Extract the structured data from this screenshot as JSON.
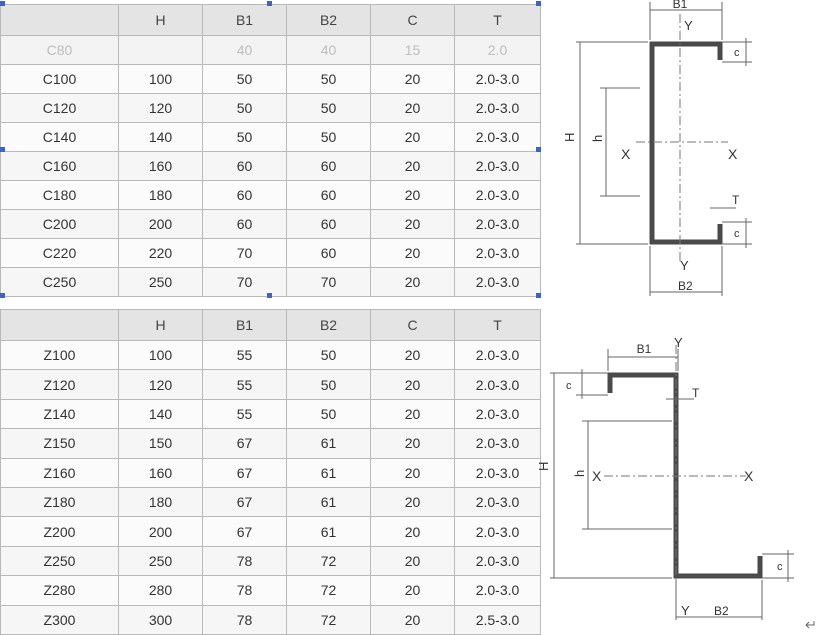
{
  "c_table": {
    "headers": [
      "",
      "H",
      "B1",
      "B2",
      "C",
      "T"
    ],
    "partial_row": [
      "C80",
      "",
      "40",
      "40",
      "15",
      "2.0"
    ],
    "rows": [
      [
        "C100",
        "100",
        "50",
        "50",
        "20",
        "2.0-3.0"
      ],
      [
        "C120",
        "120",
        "50",
        "50",
        "20",
        "2.0-3.0"
      ],
      [
        "C140",
        "140",
        "50",
        "50",
        "20",
        "2.0-3.0"
      ],
      [
        "C160",
        "160",
        "60",
        "60",
        "20",
        "2.0-3.0"
      ],
      [
        "C180",
        "180",
        "60",
        "60",
        "20",
        "2.0-3.0"
      ],
      [
        "C200",
        "200",
        "60",
        "60",
        "20",
        "2.0-3.0"
      ],
      [
        "C220",
        "220",
        "70",
        "60",
        "20",
        "2.0-3.0"
      ],
      [
        "C250",
        "250",
        "70",
        "70",
        "20",
        "2.0-3.0"
      ]
    ]
  },
  "z_table": {
    "headers": [
      "",
      "H",
      "B1",
      "B2",
      "C",
      "T"
    ],
    "rows": [
      [
        "Z100",
        "100",
        "55",
        "50",
        "20",
        "2.0-3.0"
      ],
      [
        "Z120",
        "120",
        "55",
        "50",
        "20",
        "2.0-3.0"
      ],
      [
        "Z140",
        "140",
        "55",
        "50",
        "20",
        "2.0-3.0"
      ],
      [
        "Z150",
        "150",
        "67",
        "61",
        "20",
        "2.0-3.0"
      ],
      [
        "Z160",
        "160",
        "67",
        "61",
        "20",
        "2.0-3.0"
      ],
      [
        "Z180",
        "180",
        "67",
        "61",
        "20",
        "2.0-3.0"
      ],
      [
        "Z200",
        "200",
        "67",
        "61",
        "20",
        "2.0-3.0"
      ],
      [
        "Z250",
        "250",
        "78",
        "72",
        "20",
        "2.0-3.0"
      ],
      [
        "Z280",
        "280",
        "78",
        "72",
        "20",
        "2.0-3.0"
      ],
      [
        "Z300",
        "300",
        "78",
        "72",
        "20",
        "2.5-3.0"
      ]
    ]
  },
  "c_diagram": {
    "labels": {
      "b1": "B1",
      "y_top": "Y",
      "c_top": "c",
      "h_total": "H",
      "h_inner": "h",
      "x_left": "X",
      "x_right": "X",
      "t": "T",
      "c_bottom": "c",
      "y_bottom": "Y",
      "b2": "B2"
    }
  },
  "z_diagram": {
    "labels": {
      "b1": "B1",
      "y_top": "Y",
      "c_top": "c",
      "t": "T",
      "h_total": "H",
      "h_inner": "h",
      "x_left": "X",
      "x_right": "X",
      "c_bottom": "c",
      "y_bottom": "Y",
      "b2": "B2"
    }
  },
  "colors": {
    "header_bg": "#e4e4e4",
    "grid": "#b9b9b9",
    "profile": "#4a4a4a",
    "selection_handle": "#3a64c8"
  },
  "icons": {
    "paragraph_mark": "return-arrow-icon"
  }
}
